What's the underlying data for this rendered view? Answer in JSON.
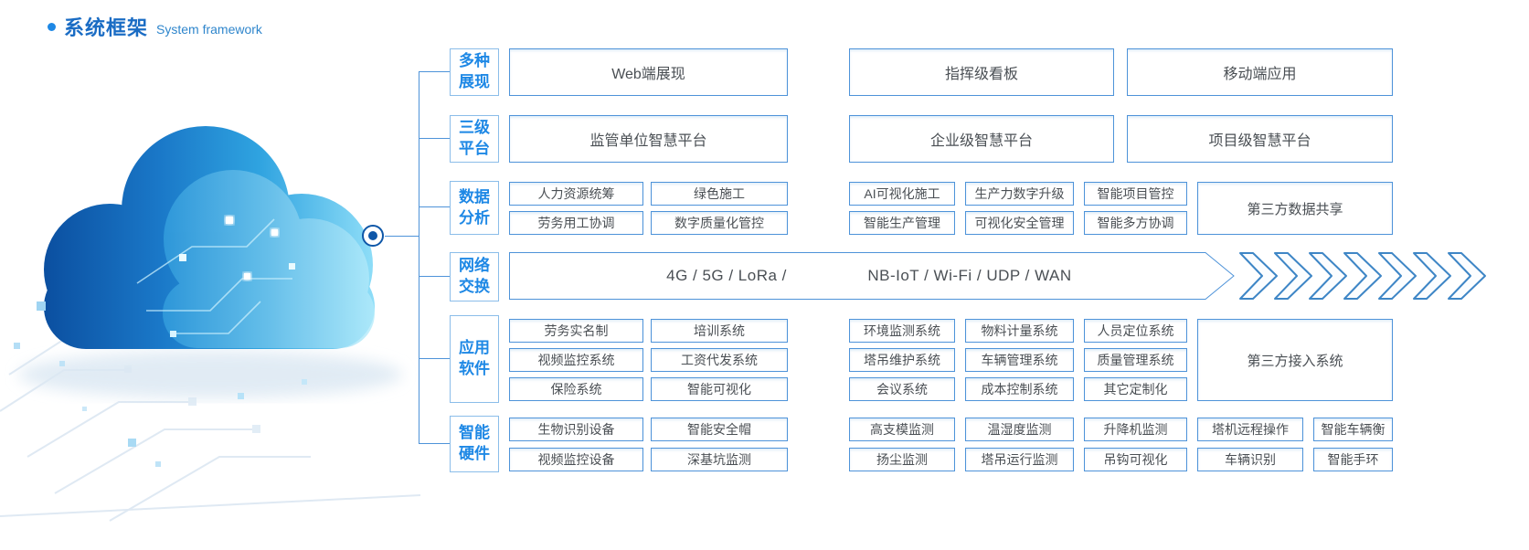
{
  "page_title": {
    "zh": "系统框架",
    "en": "System framework"
  },
  "colors": {
    "accent": "#1e88e5",
    "title": "#1a6cc4",
    "border": "#4e93d9",
    "boxtext": "#4a4f54"
  },
  "sections": {
    "display": {
      "label": [
        "多种",
        "展现"
      ],
      "boxes": [
        "Web端展现",
        "指挥级看板",
        "移动端应用"
      ]
    },
    "platform": {
      "label": [
        "三级",
        "平台"
      ],
      "boxes": [
        "监管单位智慧平台",
        "企业级智慧平台",
        "项目级智慧平台"
      ]
    },
    "data_analysis": {
      "label": [
        "数据",
        "分析"
      ],
      "row1": [
        "人力资源统筹",
        "绿色施工",
        "AI可视化施工",
        "生产力数字升级",
        "智能项目管控"
      ],
      "row2": [
        "劳务用工协调",
        "数字质量化管控",
        "智能生产管理",
        "可视化安全管理",
        "智能多方协调"
      ],
      "tall": "第三方数据共享"
    },
    "network": {
      "label": [
        "网络",
        "交换"
      ],
      "band": [
        "4G / 5G / LoRa /",
        "NB-IoT / Wi-Fi / UDP / WAN"
      ]
    },
    "software": {
      "label": [
        "应用",
        "软件"
      ],
      "row1": [
        "劳务实名制",
        "培训系统",
        "环境监测系统",
        "物料计量系统",
        "人员定位系统"
      ],
      "row2": [
        "视频监控系统",
        "工资代发系统",
        "塔吊维护系统",
        "车辆管理系统",
        "质量管理系统"
      ],
      "row3": [
        "保险系统",
        "智能可视化",
        "会议系统",
        "成本控制系统",
        "其它定制化"
      ],
      "tall": "第三方接入系统"
    },
    "hardware": {
      "label": [
        "智能",
        "硬件"
      ],
      "row1": [
        "生物识别设备",
        "智能安全帽",
        "高支模监测",
        "温湿度监测",
        "升降机监测",
        "塔机远程操作",
        "智能车辆衡"
      ],
      "row2": [
        "视频监控设备",
        "深基坑监测",
        "扬尘监测",
        "塔吊运行监测",
        "吊钩可视化",
        "车辆识别",
        "智能手环"
      ]
    }
  }
}
